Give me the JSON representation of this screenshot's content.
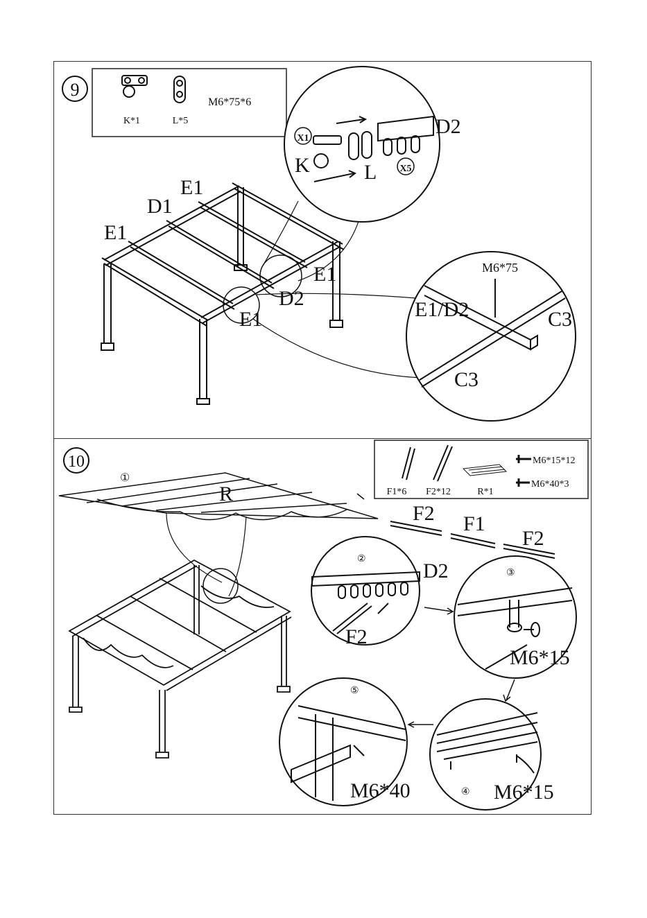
{
  "step9": {
    "number": "9",
    "parts": [
      {
        "code": "K*1"
      },
      {
        "code": "L*5"
      },
      {
        "code": "M6*75*6"
      }
    ],
    "main_labels": {
      "e1_a": "E1",
      "d1": "D1",
      "e1_b": "E1",
      "e1_c": "E1",
      "d2": "D2",
      "e1_d": "E1"
    },
    "detail_top": {
      "x1": "X1",
      "k": "K",
      "l": "L",
      "x5": "X5",
      "d2": "D2"
    },
    "detail_bottom": {
      "m6_75": "M6*75",
      "e1_d2": "E1/D2",
      "c3_a": "C3",
      "c3_b": "C3"
    }
  },
  "step10": {
    "number": "10",
    "parts": [
      {
        "code": "F1*6"
      },
      {
        "code": "F2*12"
      },
      {
        "code": "R*1"
      },
      {
        "code": "M6*15*12"
      },
      {
        "code": "M6*40*3"
      }
    ],
    "sub1": "①",
    "r_label": "R",
    "rods": {
      "f2_a": "F2",
      "f1": "F1",
      "f2_b": "F2"
    },
    "detail2": {
      "num": "②",
      "d2": "D2",
      "f2": "F2"
    },
    "detail3": {
      "num": "③",
      "m6_15": "M6*15"
    },
    "detail4": {
      "num": "④",
      "m6_15": "M6*15"
    },
    "detail5": {
      "num": "⑤",
      "m6_40": "M6*40"
    }
  }
}
